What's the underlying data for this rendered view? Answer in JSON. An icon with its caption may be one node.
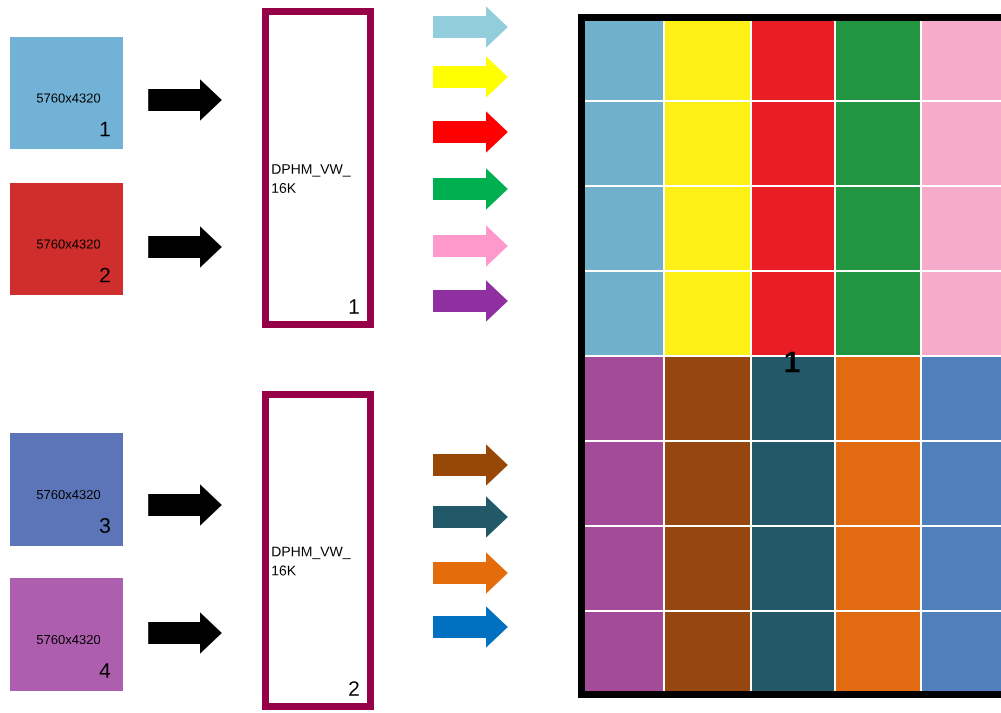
{
  "diagram": {
    "nodes": [
      {
        "text": [
          "5760x4320",
          "1"
        ]
      },
      {
        "text": [
          "5760x4320",
          "2"
        ]
      },
      {
        "text": [
          "5760x4320",
          "3"
        ]
      },
      {
        "text": [
          "5760x4320",
          "4"
        ]
      },
      {
        "text": [
          "DPHM_VW_ 16K",
          "1"
        ]
      },
      {
        "text": [
          "DPHM_VW_ 16K",
          "2"
        ]
      },
      {
        "text": [
          "1"
        ]
      }
    ],
    "edges": [
      {
        "from": 0,
        "to": 4,
        "arrow": "to"
      },
      {
        "from": 1,
        "to": 4,
        "arrow": "to"
      },
      {
        "from": 2,
        "to": 5,
        "arrow": "to"
      },
      {
        "from": 3,
        "to": 5,
        "arrow": "to"
      }
    ]
  }
}
